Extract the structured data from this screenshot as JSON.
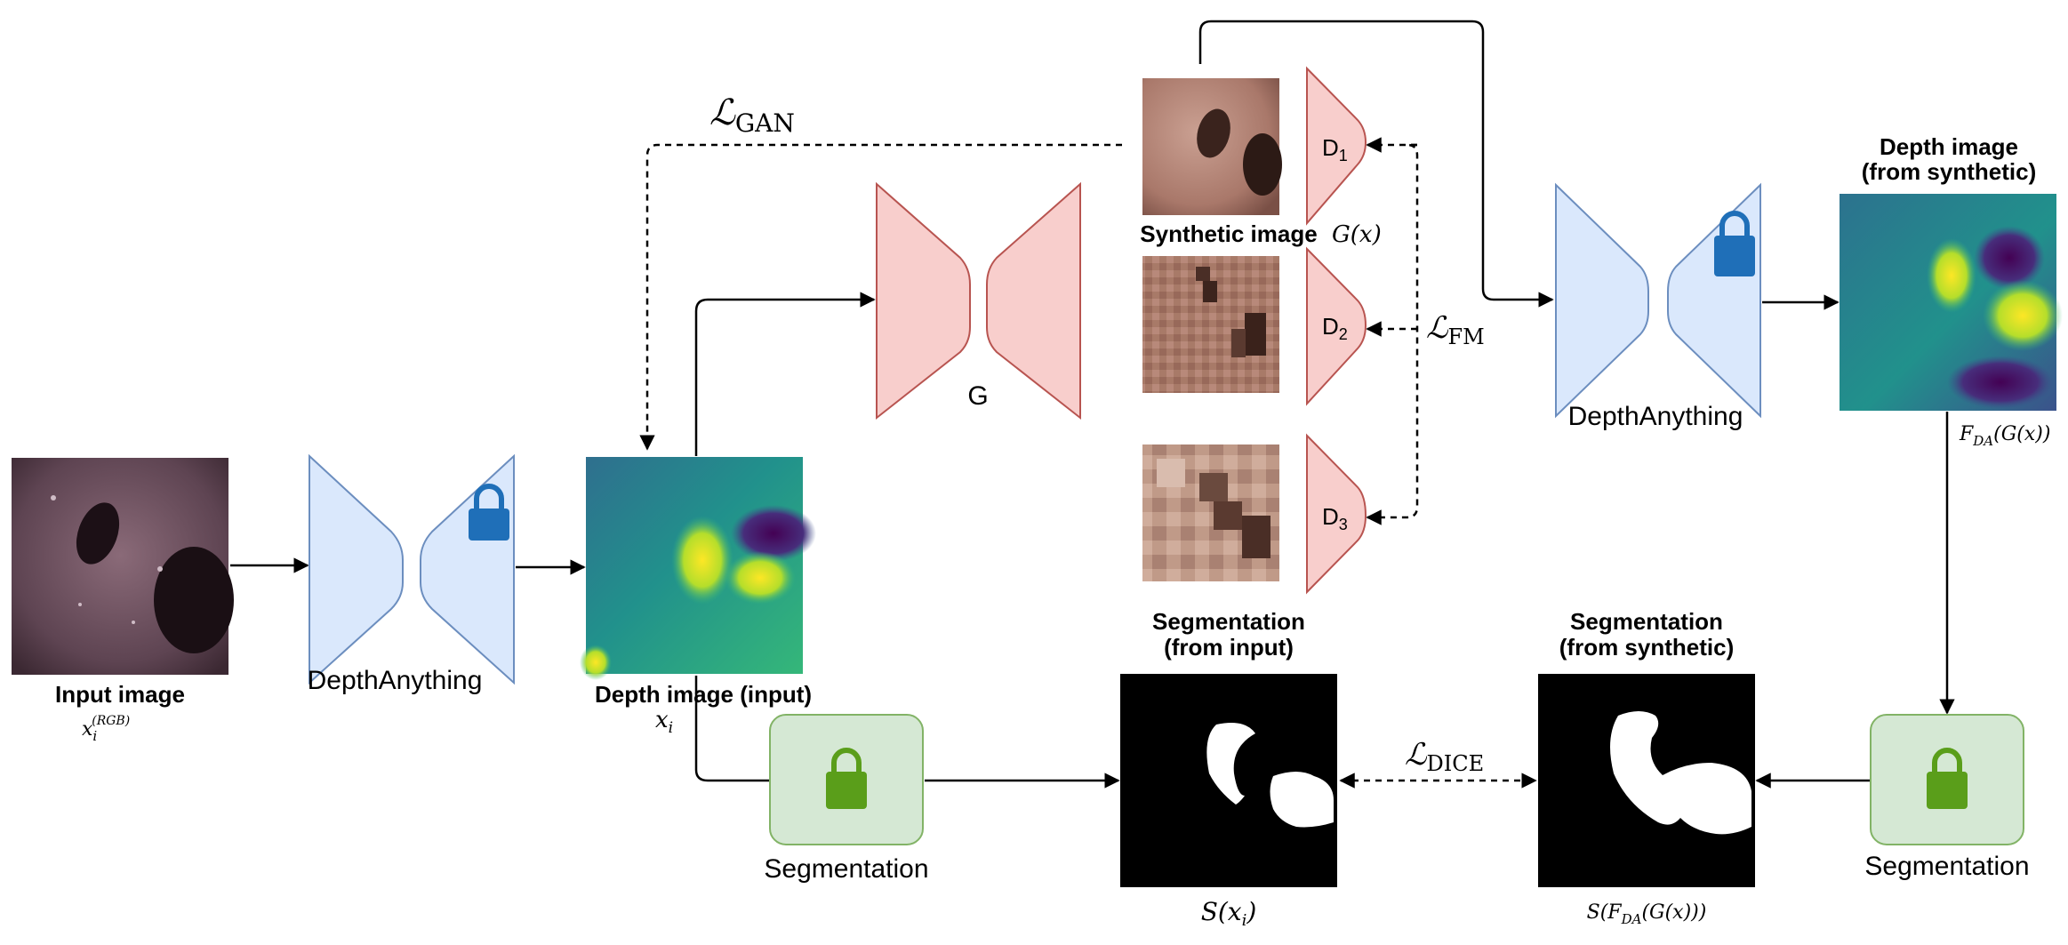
{
  "labels": {
    "input_image": "Input image",
    "input_image_math": "x",
    "input_image_math_sub": "i",
    "input_image_math_sup": "(RGB)",
    "depth_anything_1": "DepthAnything",
    "depth_input": "Depth image (input)",
    "depth_input_math": "x",
    "depth_input_math_sub": "i",
    "generator": "G",
    "synthetic_image": "Synthetic image",
    "synthetic_math": "G(x)",
    "disc_1": "D",
    "disc_1_sub": "1",
    "disc_2": "D",
    "disc_2_sub": "2",
    "disc_3": "D",
    "disc_3_sub": "3",
    "depth_anything_2": "DepthAnything",
    "depth_synth_line1": "Depth image",
    "depth_synth_line2": "(from synthetic)",
    "depth_synth_math": "F",
    "depth_synth_math_sub": "DA",
    "depth_synth_math_rest": "(G(x))",
    "seg_input_line1": "Segmentation",
    "seg_input_line2": "(from input)",
    "seg_input_math": "S(x",
    "seg_input_math_sub": "i",
    "seg_input_math_end": ")",
    "seg_synth_line1": "Segmentation",
    "seg_synth_line2": "(from synthetic)",
    "seg_synth_math": "S(F",
    "seg_synth_math_sub": "DA",
    "seg_synth_math_end": "(G(x)))",
    "segmentation_1": "Segmentation",
    "segmentation_2": "Segmentation"
  },
  "losses": {
    "gan_symbol": "ℒ",
    "gan_sub": "GAN",
    "fm_symbol": "ℒ",
    "fm_sub": "FM",
    "dice_symbol": "ℒ",
    "dice_sub": "DICE"
  },
  "colors": {
    "frozen_net_fill": "#dae8fc",
    "frozen_net_stroke": "#6c8ebf",
    "lock_blue": "#1f6fb8",
    "generator_fill": "#f8cecc",
    "generator_stroke": "#b85450",
    "seg_fill": "#d5e8d4",
    "seg_stroke": "#82b366",
    "lock_green": "#5a9e1a"
  },
  "icons": [
    "lock-icon"
  ]
}
